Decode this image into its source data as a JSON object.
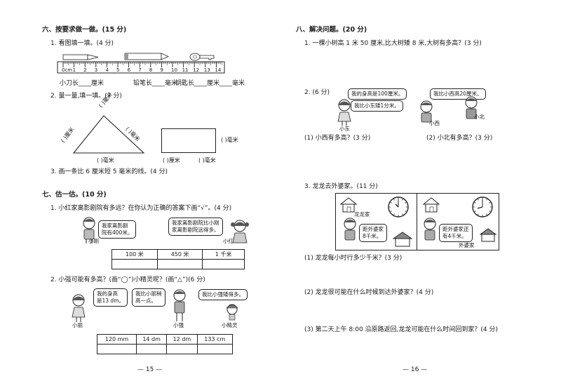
{
  "left": {
    "sec6": {
      "title": "六、按要求做一做。(15 分)"
    },
    "q6_1": {
      "label": "1. 看图填一填。(4 分)",
      "ruler_zero": "0cm",
      "ruler_ticks": [
        "1",
        "2",
        "3",
        "4",
        "5",
        "6",
        "7",
        "8",
        "9",
        "10",
        "11",
        "12",
        "13",
        "14"
      ],
      "answers": [
        "小刀长____厘米",
        "铅笔长____毫米",
        "钥匙长____厘米____毫米"
      ]
    },
    "q6_2": {
      "label": "2. 量一量,填一填。(7 分)",
      "tri_top": "(    )毫米",
      "tri_left": "(    )厘米",
      "tri_right": "(    )毫米",
      "tri_bottom": "(    )毫米",
      "rect_right": "(    )毫米",
      "rect_bottom1": "(    )厘米",
      "rect_bottom2": "(    )毫米"
    },
    "q6_3": {
      "label": "3. 画一条比 6 厘米短 5 毫米的线。(4 分)"
    },
    "sec7": {
      "title": "七、估一估。(10 分)"
    },
    "q7_1": {
      "label": "1. 小红家离影剧院有多远？在你认为正确的答案下画“√”。(4 分)",
      "bubble_a": [
        "我家离影剧",
        "院有400米。"
      ],
      "bubble_b": [
        "我家离影剧院比小刚",
        "家离影剧院远得多。"
      ],
      "name_a": "小刚",
      "name_b": "小红",
      "options": [
        "100 米",
        "450 米",
        "1 千米"
      ]
    },
    "q7_2": {
      "label": "2. 小强可能有多高？(画“◯”)小精灵呢？(画“△”)(6 分)",
      "bubble_a": [
        "我的身高",
        "是13 dm。"
      ],
      "bubble_b": [
        "我比小丽稍",
        "高一点。"
      ],
      "bubble_c": "我比小强矮得多。",
      "name_a": "小丽",
      "name_b": "小强",
      "name_c": "小精灵",
      "options": [
        "120 mm",
        "14 dm",
        "12 dm",
        "133 cm"
      ]
    },
    "page_number": "— 15 —"
  },
  "right": {
    "sec8": {
      "title": "八、解决问题。(20 分)"
    },
    "q8_1": {
      "label": "1. 一棵小树高 1 米 50 厘米,比大树矮 8 米,大树有多高？(3 分)"
    },
    "q8_2": {
      "label": "2. (6 分)",
      "bubble_a": "我的身高是100厘米。",
      "bubble_b": "我比小西高20厘米。",
      "bubble_c": "我比小东矮1分米。",
      "name_a": "小东",
      "name_b": "小西",
      "name_c": "小北",
      "sub1": "(1) 小西有多高？(3 分)",
      "sub2": "(2) 小北有多高？(3 分)"
    },
    "q8_3": {
      "label": "3. 龙龙去外婆家。(11 分)",
      "house_a": "龙龙家",
      "house_b": "外婆家",
      "bubble_a": [
        "距外婆家",
        "8千米。"
      ],
      "bubble_b": [
        "距外婆家还",
        "有4千米。"
      ],
      "sub1": "(1) 龙龙每小时行多少千米？(3 分)",
      "sub2": "(2) 龙龙很可能在什么时候到达外婆家？(4 分)",
      "sub3": "(3) 第二天上午 8:00 沿原路返回,龙龙可能在什么时间回到家？(4 分)"
    },
    "page_number": "— 16 —"
  }
}
